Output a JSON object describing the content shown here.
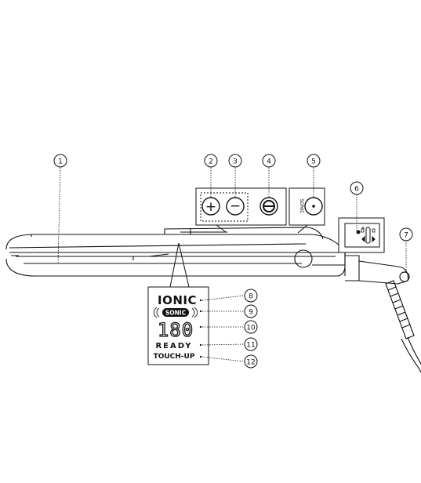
{
  "callouts": [
    {
      "num": "1"
    },
    {
      "num": "2"
    },
    {
      "num": "3"
    },
    {
      "num": "4"
    },
    {
      "num": "5"
    },
    {
      "num": "6"
    },
    {
      "num": "7"
    },
    {
      "num": "8"
    },
    {
      "num": "9"
    },
    {
      "num": "10"
    },
    {
      "num": "11"
    },
    {
      "num": "12"
    }
  ],
  "buttons": {
    "plus": "+",
    "minus": "−",
    "sonic_label": "SONIC"
  },
  "display": {
    "ionic": "IONIC",
    "sonic": "SONIC",
    "temperature": "180",
    "ready": "READY",
    "touchup": "TOUCH-UP"
  }
}
